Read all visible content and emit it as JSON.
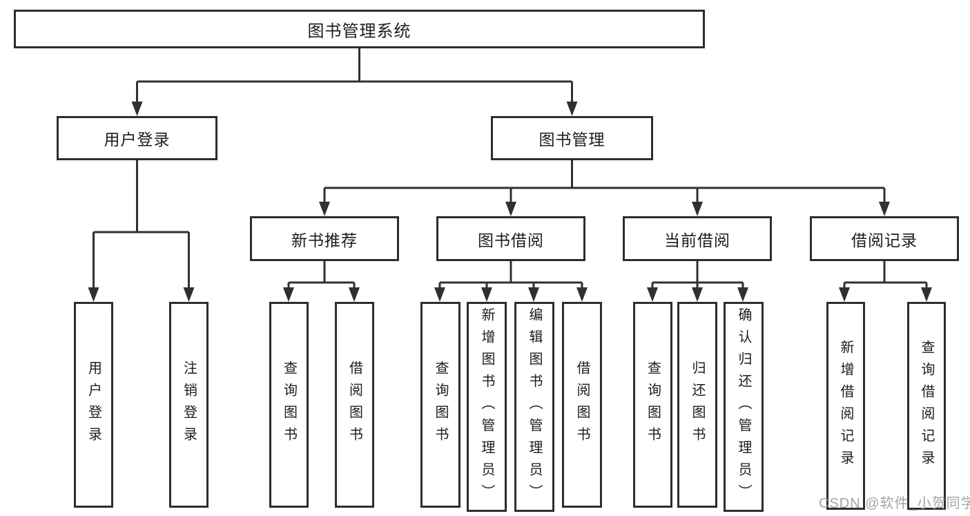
{
  "colors": {
    "background": "#ffffff",
    "line": "#303030",
    "box_border": "#2d2d2d",
    "box_fill": "#ffffff",
    "text": "#1c1c1c",
    "watermark": "#9b9b9b"
  },
  "diagram": {
    "root": {
      "label": "图书管理系统"
    },
    "branches": [
      {
        "label": "用户登录",
        "children": [
          {
            "label": "用户登录"
          },
          {
            "label": "注销登录"
          }
        ]
      },
      {
        "label": "图书管理",
        "children": [
          {
            "label": "新书推荐",
            "children": [
              {
                "label": "查询图书"
              },
              {
                "label": "借阅图书"
              }
            ]
          },
          {
            "label": "图书借阅",
            "children": [
              {
                "label": "查询图书"
              },
              {
                "label": "新增图书（管理员）"
              },
              {
                "label": "编辑图书（管理员）"
              },
              {
                "label": "借阅图书"
              }
            ]
          },
          {
            "label": "当前借阅",
            "children": [
              {
                "label": "查询图书"
              },
              {
                "label": "归还图书"
              },
              {
                "label": "确认归还（管理员）"
              }
            ]
          },
          {
            "label": "借阅记录",
            "children": [
              {
                "label": "新增借阅记录"
              },
              {
                "label": "查询借阅记录"
              }
            ]
          }
        ]
      }
    ]
  },
  "watermark": {
    "text": "CSDN @软件_小贺同学"
  }
}
